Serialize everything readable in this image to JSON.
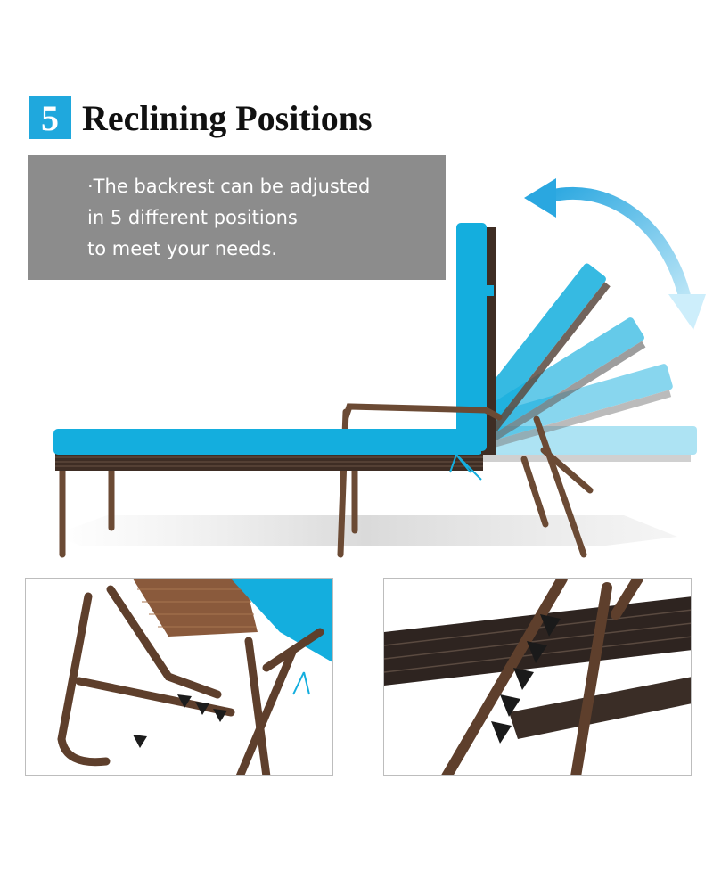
{
  "headline": {
    "badge_number": "5",
    "title": "Reclining Positions"
  },
  "info_box": {
    "lines": [
      "·The backrest can be adjusted",
      "in 5 different positions",
      "to meet your needs."
    ]
  },
  "colors": {
    "badge_blue": "#1fa8dd",
    "cushion_turquoise": "#14aede",
    "frame_brown": "#6b4a34",
    "info_box_gray": "#8c8c8c",
    "arrow_blue": "#2aa7e0"
  },
  "icons": {
    "adjust_arrow": "curved-double-arrow-icon"
  }
}
